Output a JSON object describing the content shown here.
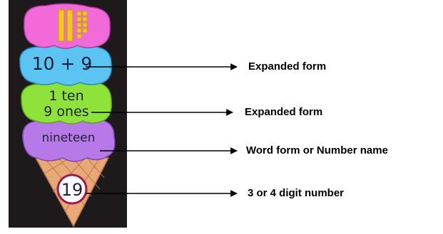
{
  "scoops": [
    {
      "id": "pink",
      "visual": "ten-frame blocks",
      "color": "#f06ad8"
    },
    {
      "id": "blue",
      "text": "10 + 9",
      "color": "#5cc4f2"
    },
    {
      "id": "green",
      "line1": "1 ten",
      "line2": "9 ones",
      "color": "#8ee23a"
    },
    {
      "id": "purple",
      "text": "nineteen",
      "color": "#b779e8"
    }
  ],
  "cone": {
    "number": "19",
    "color": "#e8a878"
  },
  "labels": [
    "Expanded form",
    "Expanded form",
    "Word form or Number name",
    "3 or 4 digit number"
  ],
  "colors": {
    "background_strip": "#1e1a1c",
    "blocks": "#f2c61c",
    "arrow": "#000000"
  }
}
